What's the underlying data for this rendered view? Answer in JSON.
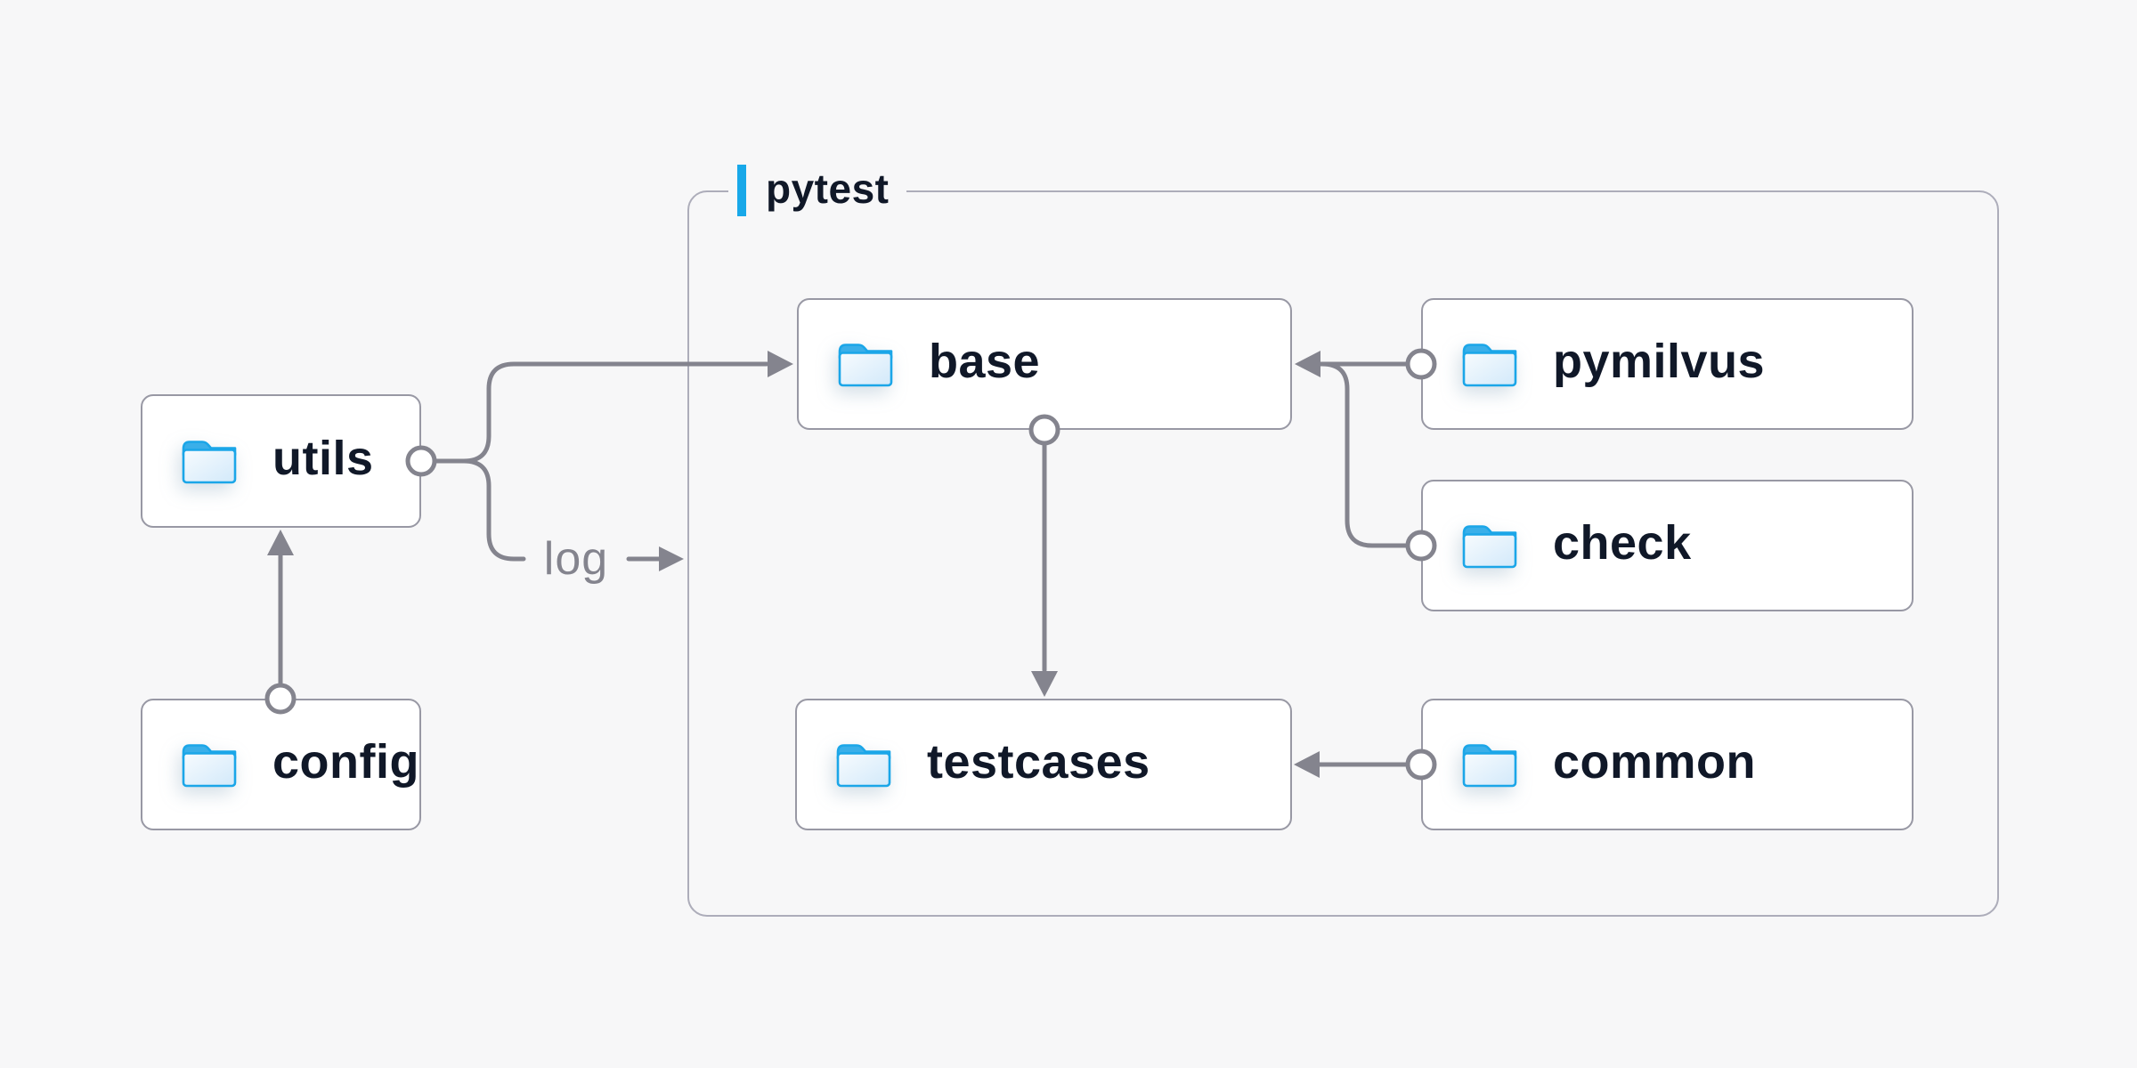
{
  "diagram": {
    "group": {
      "label": "pytest"
    },
    "nodes": {
      "utils": {
        "label": "utils",
        "icon": "folder-icon"
      },
      "config": {
        "label": "config",
        "icon": "folder-icon"
      },
      "base": {
        "label": "base",
        "icon": "folder-icon"
      },
      "pymilvus": {
        "label": "pymilvus",
        "icon": "folder-icon"
      },
      "check": {
        "label": "check",
        "icon": "folder-icon"
      },
      "testcases": {
        "label": "testcases",
        "icon": "folder-icon"
      },
      "common": {
        "label": "common",
        "icon": "folder-icon"
      }
    },
    "edges": [
      {
        "from": "config",
        "to": "utils",
        "label": ""
      },
      {
        "from": "utils",
        "to": "base",
        "label": ""
      },
      {
        "from": "utils",
        "to": "pytest",
        "label": "log"
      },
      {
        "from": "pymilvus",
        "to": "base",
        "label": ""
      },
      {
        "from": "check",
        "to": "base",
        "label": ""
      },
      {
        "from": "base",
        "to": "testcases",
        "label": ""
      },
      {
        "from": "common",
        "to": "testcases",
        "label": ""
      }
    ],
    "edge_label_log": "log",
    "colors": {
      "background": "#F7F7F8",
      "accent_blue": "#18A8E9",
      "text_navy": "#101828",
      "wire_gray": "#84848E",
      "node_border": "#9898A4",
      "group_border": "#ADADBA",
      "folder_stroke": "#1BA6E8",
      "folder_tab": "#3AAFE9",
      "folder_fill_light": "#F2F9FE",
      "folder_fill_dark": "#D8ECFA"
    }
  }
}
